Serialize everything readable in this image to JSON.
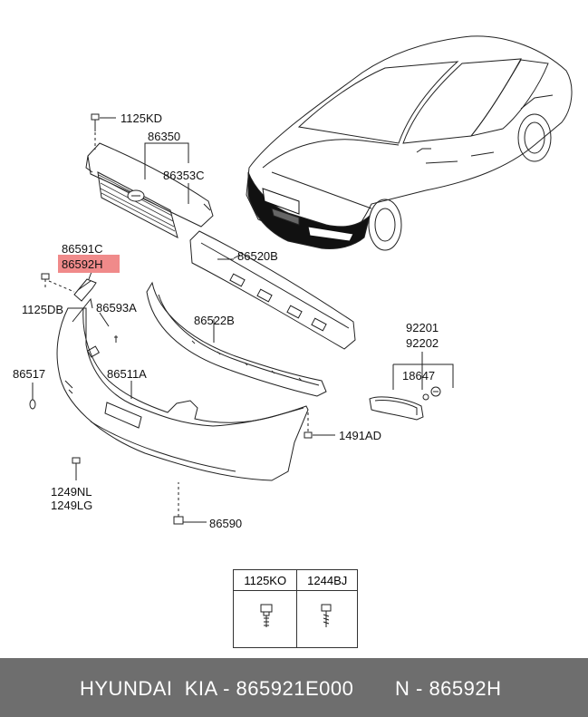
{
  "labels": {
    "p1125KD": "1125KD",
    "p86350": "86350",
    "p86353C": "86353C",
    "p86591C": "86591C",
    "p86592H": "86592H",
    "p86520B": "86520B",
    "p1125DB": "1125DB",
    "p86593A": "86593A",
    "p86522B": "86522B",
    "p92201": "92201",
    "p92202": "92202",
    "p86517": "86517",
    "p86511A": "86511A",
    "p18647": "18647",
    "p1491AD": "1491AD",
    "p1249NL": "1249NL",
    "p1249LG": "1249LG",
    "p86590": "86590"
  },
  "hardware_table": {
    "col1": "1125KO",
    "col2": "1244BJ"
  },
  "footer": {
    "left": "HYUNDAI  KIA - 865921E000",
    "right": "N - 86592H"
  },
  "colors": {
    "highlight": "#f08a8a",
    "footer_bg": "#6e6e6e"
  }
}
